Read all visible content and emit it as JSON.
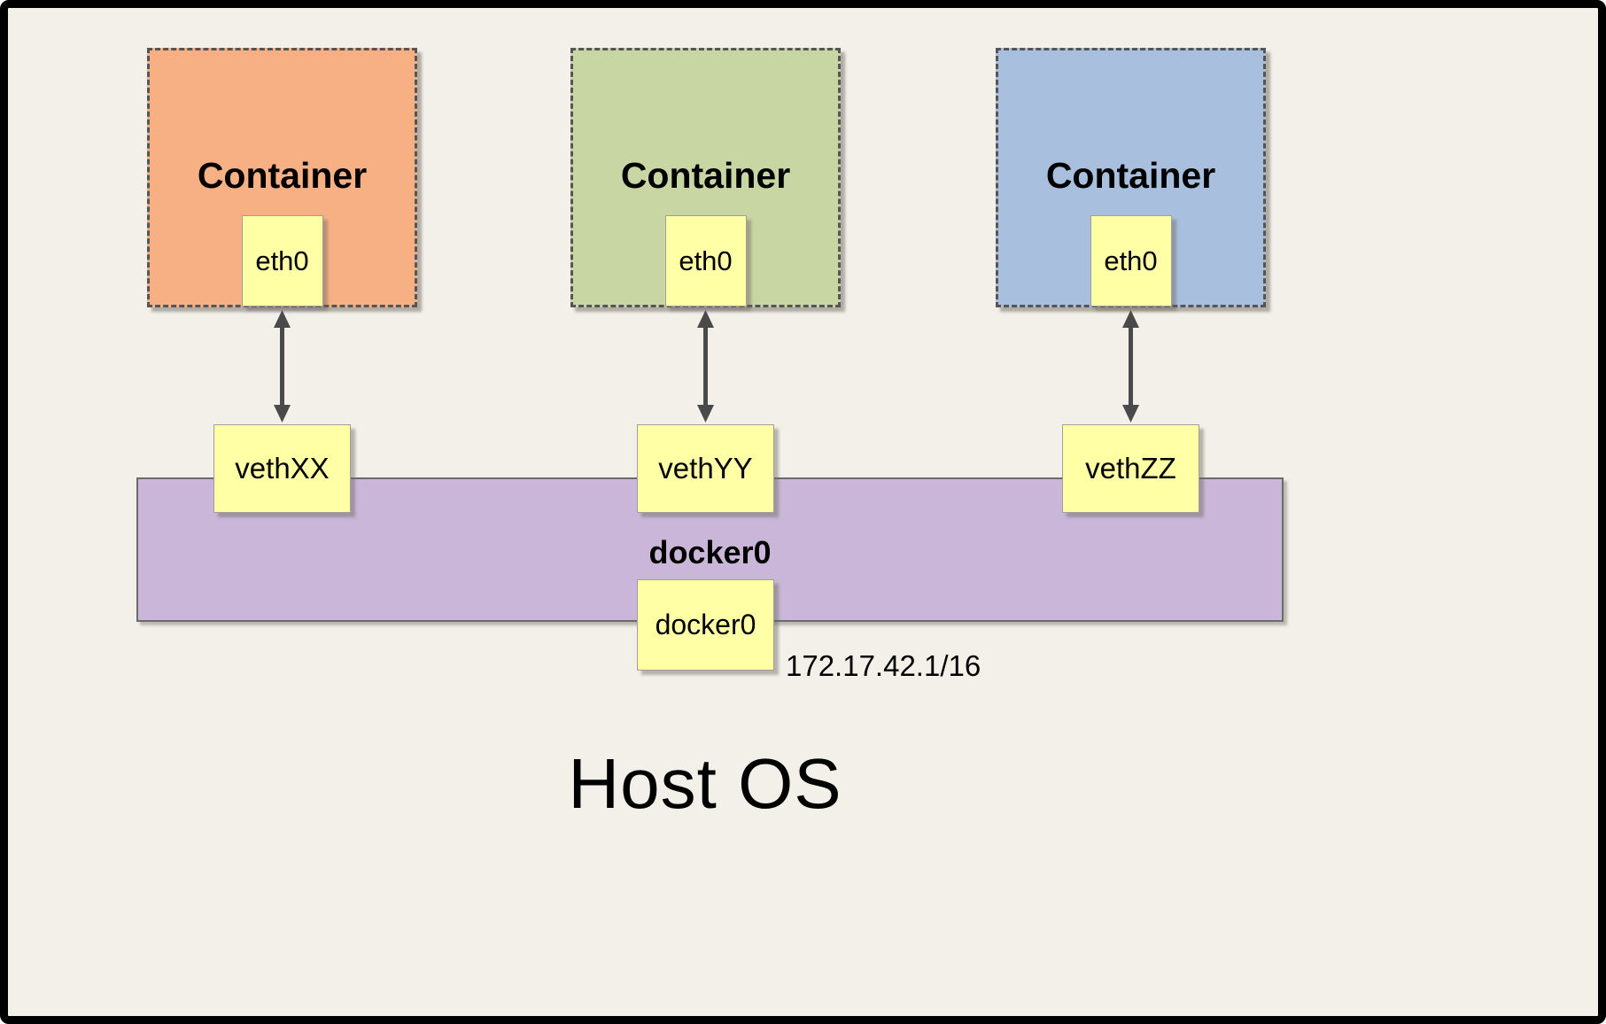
{
  "colors": {
    "background": "#f2f0e9",
    "yellow": "#ffffa6",
    "arrow": "#4a4a4a"
  },
  "containers": [
    {
      "label": "Container",
      "interface": "eth0",
      "veth": "vethXX",
      "color": "#f7b083"
    },
    {
      "label": "Container",
      "interface": "eth0",
      "veth": "vethYY",
      "color": "#c7d6a2"
    },
    {
      "label": "Container",
      "interface": "eth0",
      "veth": "vethZZ",
      "color": "#a8bfdd"
    }
  ],
  "bridge": {
    "title": "docker0",
    "interface_label": "docker0",
    "ip": "172.17.42.1/16",
    "color": "#c9b6d8"
  },
  "host": {
    "label": "Host OS"
  }
}
